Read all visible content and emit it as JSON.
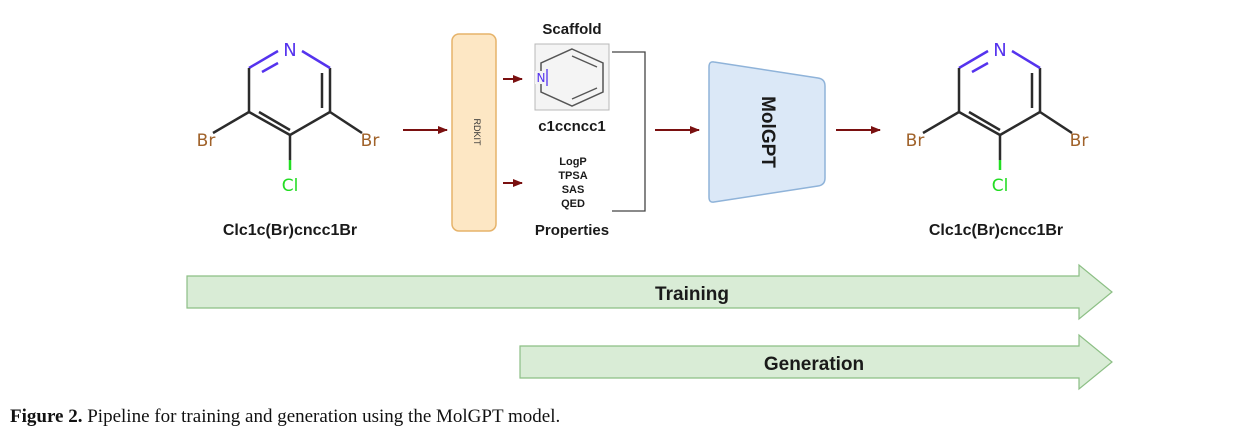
{
  "input_smiles": "Clc1c(Br)cncc1Br",
  "output_smiles": "Clc1c(Br)cncc1Br",
  "rdkit_label": "RDKIT",
  "scaffold": {
    "title": "Scaffold",
    "smiles": "c1ccncc1"
  },
  "properties": {
    "title": "Properties",
    "items": [
      "LogP",
      "TPSA",
      "SAS",
      "QED"
    ]
  },
  "model_label": "MolGPT",
  "atoms": {
    "nitrogen": "N",
    "bromine": "Br",
    "chlorine": "Cl"
  },
  "arrows": {
    "training": "Training",
    "generation": "Generation"
  },
  "caption": {
    "label": "Figure 2.",
    "text": "Pipeline for training and generation using the MolGPT model."
  },
  "colors": {
    "nitrogen": "#5533ee",
    "bromine": "#a0622a",
    "chlorine": "#22dd22",
    "arrow": "#7a1010",
    "rdkit_fill": "#fde7c4",
    "rdkit_stroke": "#e6b36a",
    "model_fill": "#dbe8f7",
    "model_stroke": "#8fb3d9",
    "band_fill": "#d9ecd6",
    "band_stroke": "#8cbf85"
  }
}
